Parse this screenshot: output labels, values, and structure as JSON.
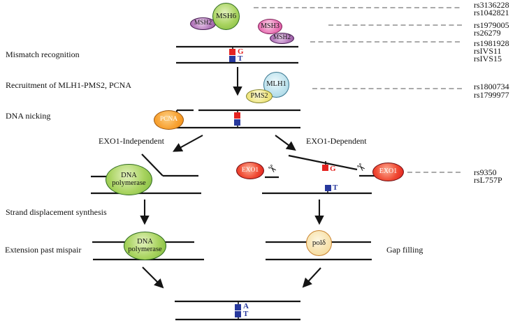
{
  "stage_labels": {
    "mismatch_recognition": "Mismatch recognition",
    "recruitment": "Recruitment of MLH1-PMS2, PCNA",
    "dna_nicking": "DNA nicking",
    "strand_displacement": "Strand displacement synthesis",
    "extension_past_mispair": "Extension past mispair",
    "gap_filling": "Gap filling"
  },
  "branch_labels": {
    "exo1_independent": "EXO1-Independent",
    "exo1_dependent": "EXO1-Dependent"
  },
  "proteins": {
    "msh2_top": "MSH2",
    "msh6": "MSH6",
    "msh3": "MSH3",
    "msh2_mid": "MSH2",
    "mlh1": "MLH1",
    "pms2": "PMS2",
    "pcna": "PCNA",
    "exo1_left": "EXO1",
    "exo1_right": "EXO1",
    "dna_polymerase_upper": "DNA polymerase",
    "dna_polymerase_lower": "DNA polymerase",
    "pol_delta": "polδ"
  },
  "bases": {
    "mismatch_g": "G",
    "mismatch_t": "T",
    "excision_g": "G",
    "excision_t": "T",
    "repaired_a": "A",
    "repaired_t": "T"
  },
  "snps": {
    "msh6": [
      "rs3136228",
      "rs1042821"
    ],
    "msh3": [
      "rs1979005",
      "rs26279"
    ],
    "msh2": [
      "rs1981928",
      "rsIVS11",
      "rsIVS15"
    ],
    "mlh1": [
      "rs1800734",
      "rs1799977"
    ],
    "exo1": [
      "rs9350",
      "rsL757P"
    ]
  },
  "icons": {
    "scissors": "✂"
  },
  "colors": {
    "base_red": "#e42320",
    "base_blue": "#27389c",
    "dash_gray": "#8d8d8d",
    "line_black": "#141414"
  }
}
